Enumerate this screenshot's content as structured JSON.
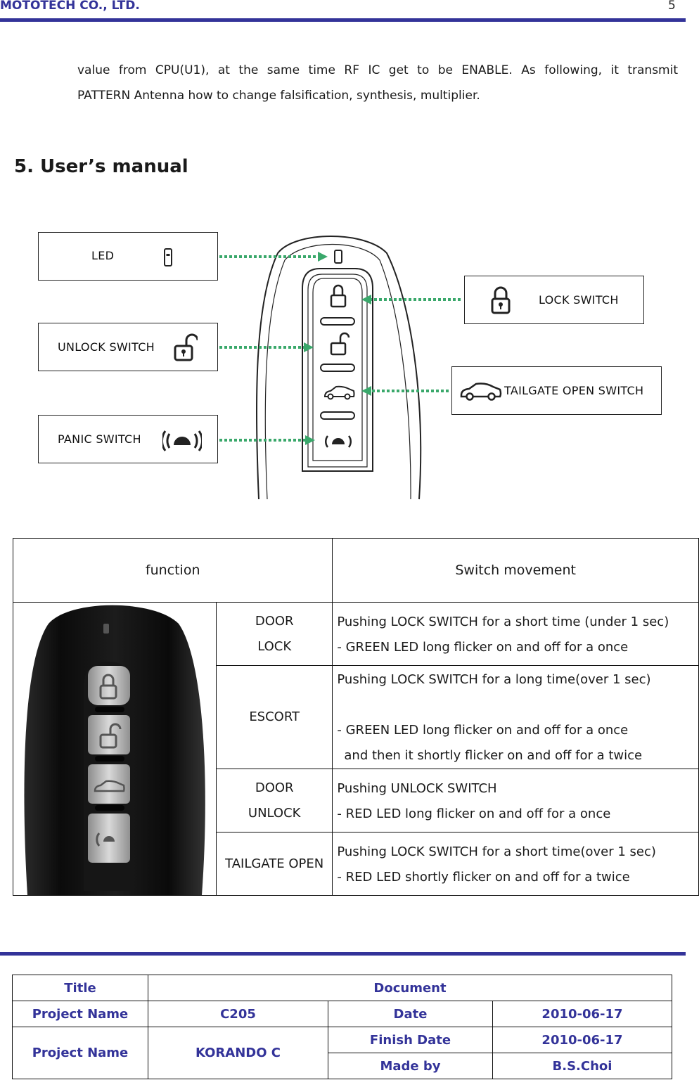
{
  "header": {
    "company": "MOTOTECH CO., LTD.",
    "page_number": "5"
  },
  "intro": {
    "line1": "value from CPU(U1), at the same time RF IC get to be ENABLE. As following, it transmit",
    "line2": "PATTERN Antenna how to change falsification, synthesis, multiplier."
  },
  "section_title": "5. User’s manual",
  "diagram": {
    "labels": {
      "led": "LED",
      "unlock": "UNLOCK SWITCH",
      "panic": "PANIC SWITCH",
      "lock": "LOCK SWITCH",
      "tailgate": "TAILGATE OPEN SWITCH"
    },
    "colors": {
      "arrow": "#3aa86b",
      "outline": "#222222"
    }
  },
  "function_table": {
    "headers": {
      "function": "function",
      "movement": "Switch movement"
    },
    "rows": [
      {
        "fn1": "DOOR",
        "fn2": "LOCK",
        "m1": "Pushing LOCK SWITCH for a short time (under 1 sec)",
        "m2": "- GREEN LED long flicker on and off for a once"
      },
      {
        "fn1": "ESCORT",
        "m1": "Pushing LOCK SWITCH for a long time(over 1 sec)",
        "m2": "- GREEN LED long flicker on and off for a once",
        "m3": "and then it shortly flicker on and off for a twice"
      },
      {
        "fn1": "DOOR",
        "fn2": "UNLOCK",
        "m1": "Pushing UNLOCK SWITCH",
        "m2": "- RED LED long flicker on and off for a once"
      },
      {
        "fn1": "TAILGATE OPEN",
        "m1": "Pushing LOCK SWITCH for a short time(over 1 sec)",
        "m2": "- RED LED shortly flicker on and off for a twice"
      }
    ]
  },
  "footer_table": {
    "title_label": "Title",
    "title_value": "Document",
    "r1": {
      "label": "Project Name",
      "value": "C205",
      "date_label": "Date",
      "date_value": "2010-06-17"
    },
    "r2": {
      "label": "Project Name",
      "value": "KORANDO C",
      "finish_label": "Finish Date",
      "finish_value": "2010-06-17",
      "made_label": "Made by",
      "made_value": "B.S.Choi"
    }
  }
}
